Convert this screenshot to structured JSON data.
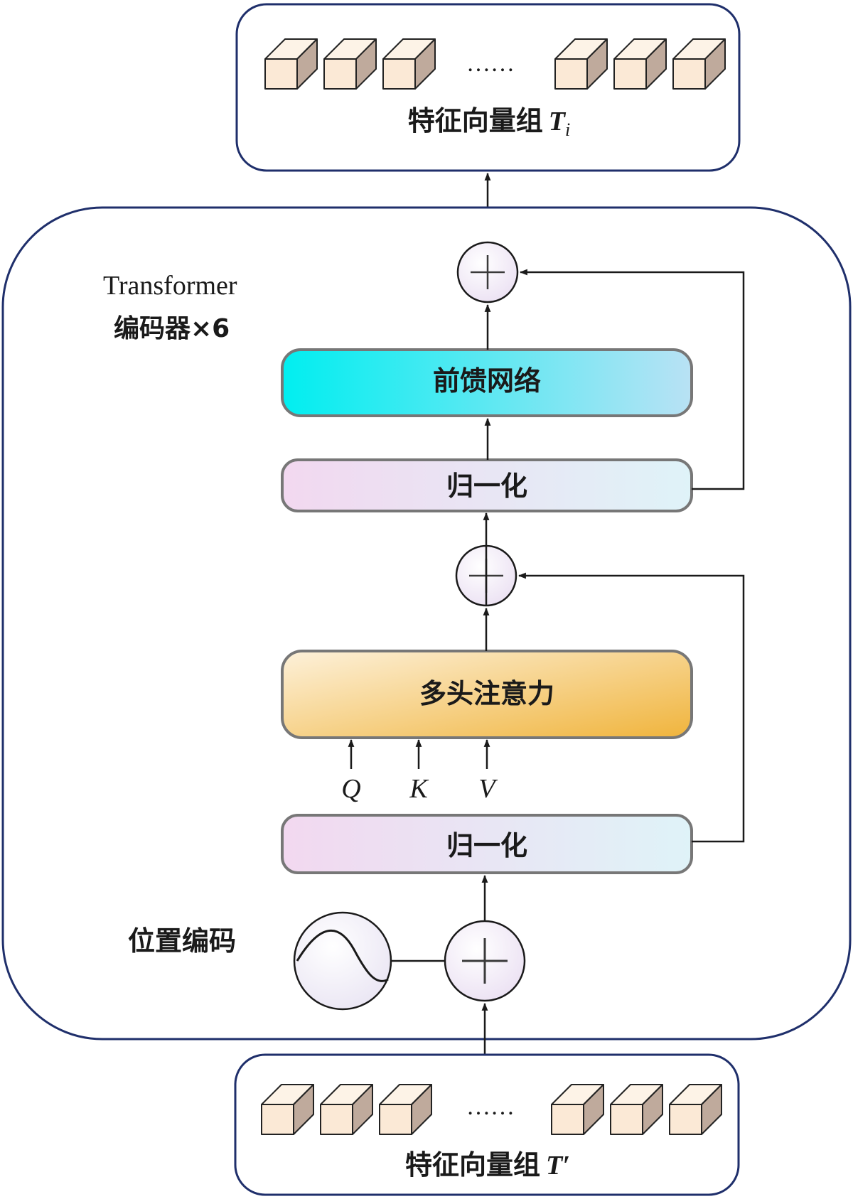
{
  "output_group": {
    "label_text": "特征向量组",
    "label_symbol": "T",
    "label_subscript": "i",
    "ellipsis": "……"
  },
  "encoder": {
    "title_line1": "Transformer",
    "title_line2": "编码器×6",
    "feed_forward": "前馈网络",
    "norm_top": "归一化",
    "attention": "多头注意力",
    "q_label": "Q",
    "k_label": "K",
    "v_label": "V",
    "norm_bottom": "归一化",
    "positional_encoding": "位置编码"
  },
  "input_group": {
    "label_text": "特征向量组",
    "label_symbol": "T′",
    "ellipsis": "……"
  },
  "colors": {
    "frame": "#1f2f6b",
    "cube_front": "#fbe9d6",
    "cube_top": "#fdf3e7",
    "cube_side": "#bfaa9c",
    "ffn_left": "#00eef0",
    "ffn_right": "#b9e2f4",
    "norm_left": "#f2d8f0",
    "norm_right": "#dff3f8",
    "attn_left": "#fdf1da",
    "attn_right": "#f0b43c",
    "adder_fill": "#eadff2"
  }
}
